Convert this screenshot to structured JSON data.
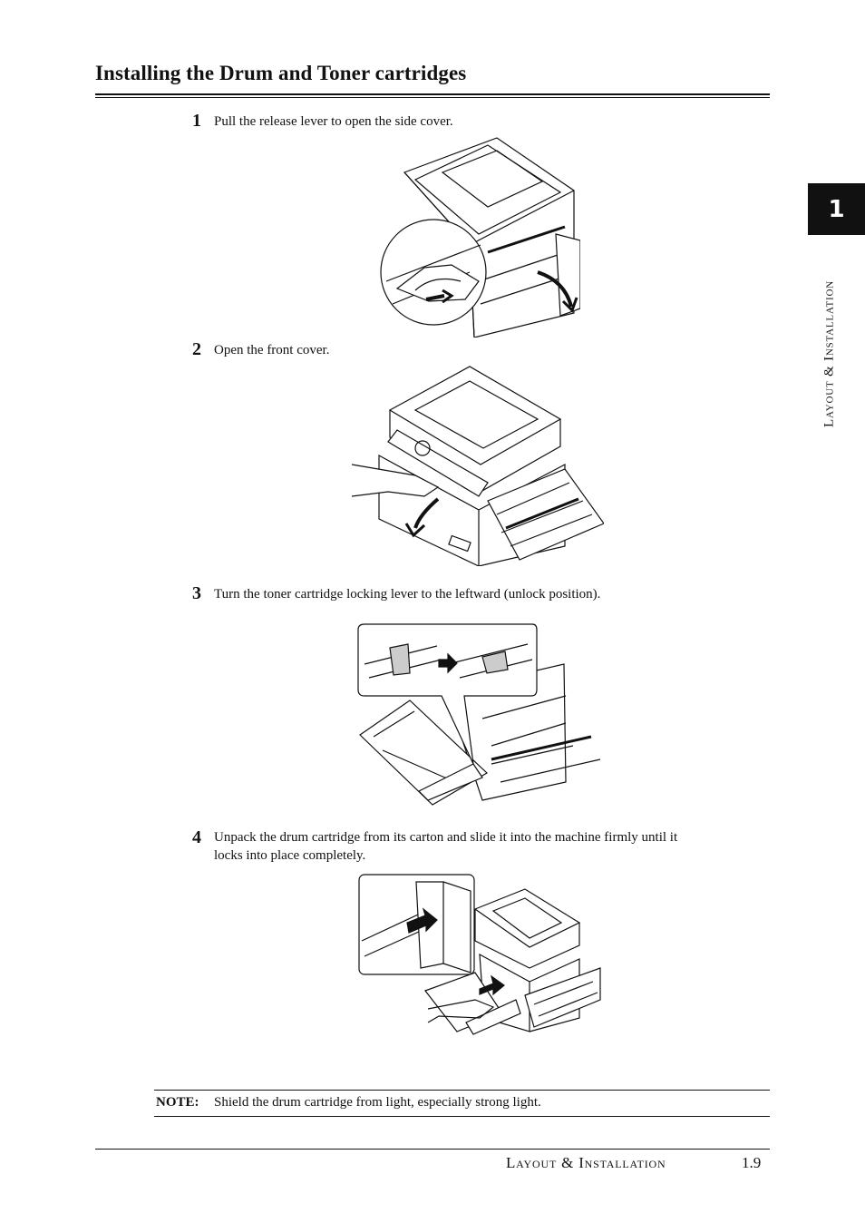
{
  "page": {
    "title": "Installing the Drum and Toner cartridges",
    "chapter_tab": "1",
    "side_title": "Layout & Installation"
  },
  "steps": [
    {
      "number": "1",
      "text": "Pull the release lever to open the side cover."
    },
    {
      "number": "2",
      "text": "Open the front cover."
    },
    {
      "number": "3",
      "text": "Turn the toner cartridge locking lever to the leftward (unlock position)."
    },
    {
      "number": "4",
      "text_line1": "Unpack the drum cartridge from its carton and slide it into the machine firmly until it",
      "text_line2": "locks into place completely."
    }
  ],
  "note": {
    "label": "NOTE:",
    "text": "Shield the drum cartridge from light, especially strong light."
  },
  "footer": {
    "section": "Layout & Installation",
    "page_number": "1.9"
  }
}
